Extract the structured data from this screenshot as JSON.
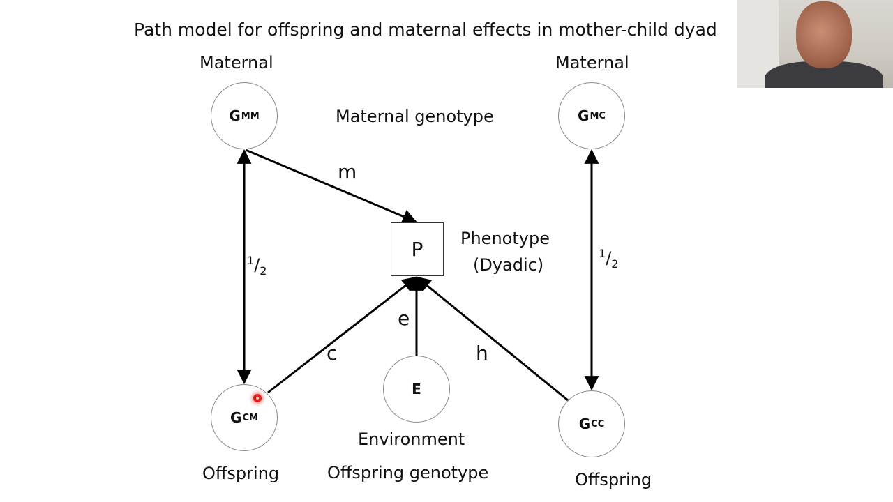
{
  "title": "Path model for offspring and maternal effects in mother-child dyad",
  "labels": {
    "maternal_left": "Maternal",
    "maternal_right": "Maternal",
    "maternal_genotype": "Maternal genotype",
    "phenotype_line1": "Phenotype",
    "phenotype_line2": "(Dyadic)",
    "offspring_left": "Offspring",
    "offspring_right": "Offspring",
    "environment": "Environment",
    "offspring_genotype": "Offspring genotype"
  },
  "nodes": {
    "gmm": {
      "base": "G",
      "sub": "MM"
    },
    "gmc": {
      "base": "G",
      "sub": "MC"
    },
    "gcm": {
      "base": "G",
      "sub": "CM"
    },
    "gcc": {
      "base": "G",
      "sub": "CC"
    },
    "e": {
      "base": "E"
    },
    "p": {
      "base": "P"
    }
  },
  "paths": {
    "m": "m",
    "c": "c",
    "e": "e",
    "h": "h",
    "half_num": "1",
    "half_slash": "/",
    "half_den": "2"
  },
  "colors": {
    "line": "#000000",
    "node_border": "#8a8a8a",
    "pointer": "#e0201c"
  },
  "icons": {
    "pointer": "laser-pointer-dot",
    "webcam": "presenter-webcam"
  }
}
